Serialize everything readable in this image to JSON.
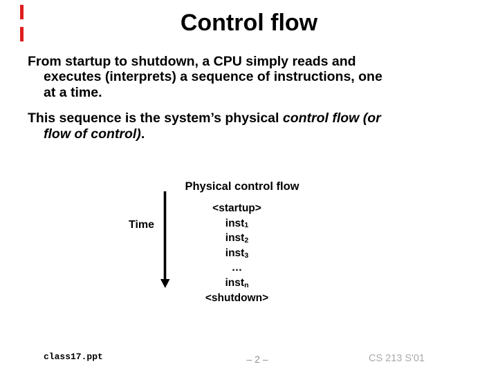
{
  "slide": {
    "title": "Control flow",
    "paragraphs": [
      {
        "lines": [
          [
            {
              "t": "From startup to shutdown, a CPU simply reads and"
            }
          ],
          [
            {
              "t": "executes (interprets) a sequence of instructions, one"
            }
          ],
          [
            {
              "t": "at a time."
            }
          ]
        ]
      },
      {
        "lines": [
          [
            {
              "t": "This sequence is the system’s physical "
            },
            {
              "t": "control flow (or",
              "i": true
            }
          ],
          [
            {
              "t": "flow of control)",
              "i": true
            },
            {
              "t": "."
            }
          ]
        ]
      }
    ],
    "diagram": {
      "heading": "Physical control flow",
      "time_label": "Time",
      "instructions": [
        {
          "t": "<startup>"
        },
        {
          "t": "inst",
          "sub": "1"
        },
        {
          "t": "inst",
          "sub": "2"
        },
        {
          "t": "inst",
          "sub": "3"
        },
        {
          "t": "…"
        },
        {
          "t": "inst",
          "sub": "n"
        },
        {
          "t": "<shutdown>"
        }
      ]
    },
    "footer": {
      "left": "class17.ppt",
      "center": "– 2 –",
      "right": "CS 213 S'01"
    },
    "colors": {
      "accent_red": "#de1f1f",
      "arrow_black": "#000000",
      "footer_gray": "#8e8e8e",
      "footer_light_gray": "#a9a9a9"
    }
  }
}
